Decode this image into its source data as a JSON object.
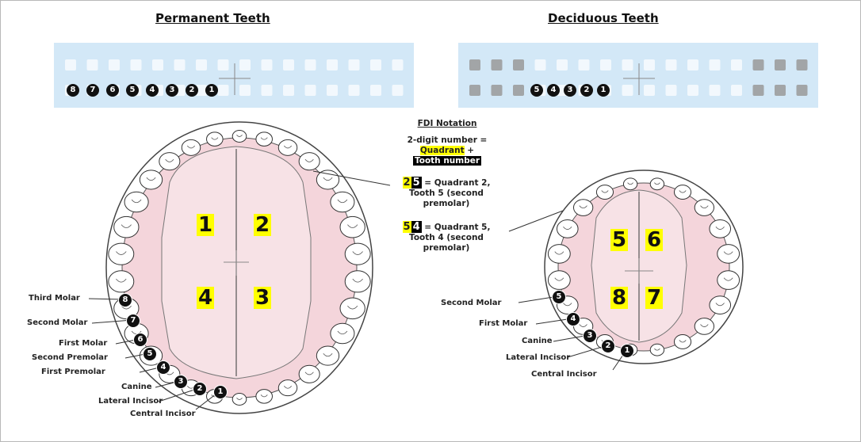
{
  "headings": {
    "permanent": "Permanent Teeth",
    "deciduous": "Deciduous Teeth"
  },
  "permanent_chart": {
    "numbers": [
      "8",
      "7",
      "6",
      "5",
      "4",
      "3",
      "2",
      "1"
    ]
  },
  "deciduous_chart": {
    "numbers": [
      "5",
      "4",
      "3",
      "2",
      "1"
    ]
  },
  "notation": {
    "title": "FDI Notation",
    "line1": "2-digit number =",
    "line2": "Quadrant",
    "line2_suffix": " +",
    "line3": "Tooth number",
    "ex1_digit1": "2",
    "ex1_digit2": "5",
    "ex1_text_a": " = Quadrant 2,",
    "ex1_text_b": "Tooth 5 (second",
    "ex1_text_c": "premolar)",
    "ex2_digit1": "5",
    "ex2_digit2": "4",
    "ex2_text_a": " = Quadrant 5,",
    "ex2_text_b": "Tooth 4 (second",
    "ex2_text_c": "premolar)"
  },
  "permanent_quadrants": [
    "1",
    "2",
    "4",
    "3"
  ],
  "deciduous_quadrants": [
    "5",
    "6",
    "8",
    "7"
  ],
  "permanent_labels": [
    {
      "text": "Third Molar",
      "num": "8"
    },
    {
      "text": "Second Molar",
      "num": "7"
    },
    {
      "text": "First Molar",
      "num": "6"
    },
    {
      "text": "Second Premolar",
      "num": "5"
    },
    {
      "text": "First Premolar",
      "num": "4"
    },
    {
      "text": "Canine",
      "num": "3"
    },
    {
      "text": "Lateral Incisor",
      "num": "2"
    },
    {
      "text": "Central Incisor",
      "num": "1"
    }
  ],
  "deciduous_labels": [
    {
      "text": "Second Molar",
      "num": "5"
    },
    {
      "text": "First Molar",
      "num": "4"
    },
    {
      "text": "Canine",
      "num": "3"
    },
    {
      "text": "Lateral Incisor",
      "num": "2"
    },
    {
      "text": "Central Incisor",
      "num": "1"
    }
  ],
  "colors": {
    "panel": "#d3e8f7",
    "gum": "#f4d5db",
    "highlight": "#ffff00"
  }
}
